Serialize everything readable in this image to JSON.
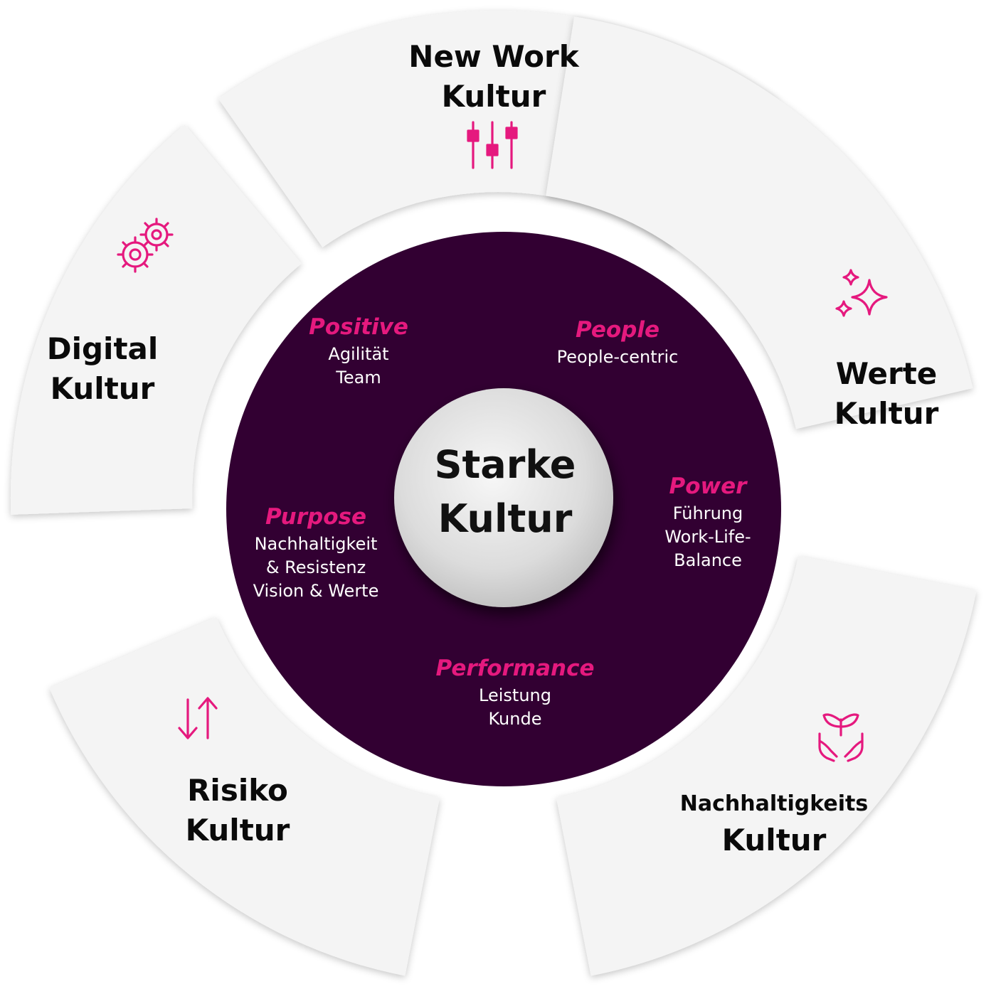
{
  "center": {
    "line1": "Starke",
    "line2": "Kultur"
  },
  "segments": {
    "new_work": {
      "line1": "New Work",
      "line2": "Kultur",
      "icon": "sliders-icon"
    },
    "werte": {
      "line1": "Werte",
      "line2": "Kultur",
      "icon": "sparkles-icon"
    },
    "nachhaltigkeit": {
      "line1": "Nachhaltigkeits",
      "line2": "Kultur",
      "icon": "hands-plant-icon"
    },
    "risiko": {
      "line1": "Risiko",
      "line2": "Kultur",
      "icon": "arrows-up-down-icon"
    },
    "digital": {
      "line1": "Digital",
      "line2": "Kultur",
      "icon": "gears-icon"
    }
  },
  "pillars": {
    "positive": {
      "title": "Positive",
      "items": [
        "Agilität",
        "Team"
      ]
    },
    "people": {
      "title": "People",
      "items": [
        "People-centric"
      ]
    },
    "power": {
      "title": "Power",
      "items": [
        "Führung",
        "Work-Life-",
        "Balance"
      ]
    },
    "performance": {
      "title": "Performance",
      "items": [
        "Leistung",
        "Kunde"
      ]
    },
    "purpose": {
      "title": "Purpose",
      "items": [
        "Nachhaltigkeit",
        "& Resistenz",
        "Vision & Werte"
      ]
    }
  },
  "colors": {
    "accent": "#e5197e",
    "ring": "#320032",
    "segment_fill": "#f4f4f4",
    "text_dark": "#0a0a0a"
  }
}
